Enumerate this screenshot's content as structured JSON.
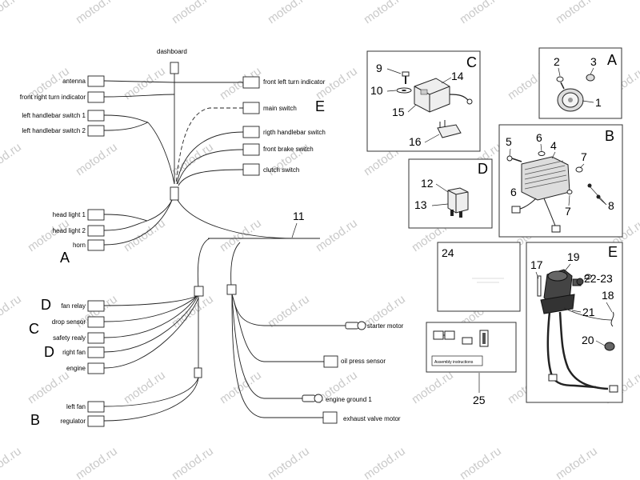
{
  "watermark": "motod.ru",
  "harness": {
    "dashboard": "dashboard",
    "antenna": "antenna",
    "front_right_turn": "front right turn indicator",
    "left_hb_switch_1": "left handlebar switch 1",
    "left_hb_switch_2": "left handlebar switch 2",
    "front_left_turn": "front left turn indicator",
    "main_switch": "main switch",
    "right_hb_switch": "rigth handlebar switch",
    "front_brake_switch": "front brake switch",
    "clutch_switch": "clutch switch",
    "head_light_1": "head light 1",
    "head_light_2": "head light 2",
    "horn": "horn",
    "harness_number": "11",
    "fan_relay": "fan relay",
    "drop_sensor": "drop sensor",
    "safety_realy": "safety realy",
    "right_fan": "right fan",
    "engine": "engine",
    "left_fan": "left fan",
    "regulator": "regulator",
    "starter_motor": "starter motor",
    "oil_press_sensor": "oil press sensor",
    "engine_ground_1": "engine ground 1",
    "exhaust_valve_motor": "exhaust valve motor"
  },
  "letters": {
    "A": "A",
    "B": "B",
    "C": "C",
    "D": "D",
    "E": "E"
  },
  "panels": {
    "A": {
      "letter": "A",
      "n1": "1",
      "n2": "2",
      "n3": "3"
    },
    "B": {
      "letter": "B",
      "n4": "4",
      "n5": "5",
      "n6a": "6",
      "n6b": "6",
      "n7a": "7",
      "n7b": "7",
      "n8": "8"
    },
    "C": {
      "letter": "C",
      "n9": "9",
      "n10": "10",
      "n14": "14",
      "n15": "15",
      "n16": "16"
    },
    "D": {
      "letter": "D",
      "n12": "12",
      "n13": "13"
    },
    "E": {
      "letter": "E",
      "n17": "17",
      "n18": "18",
      "n19": "19",
      "n20": "20",
      "n21": "21",
      "n2223": "22-23"
    },
    "p24": {
      "num": "24"
    },
    "p25": {
      "num": "25",
      "assembly": "Assembly instructions"
    }
  }
}
